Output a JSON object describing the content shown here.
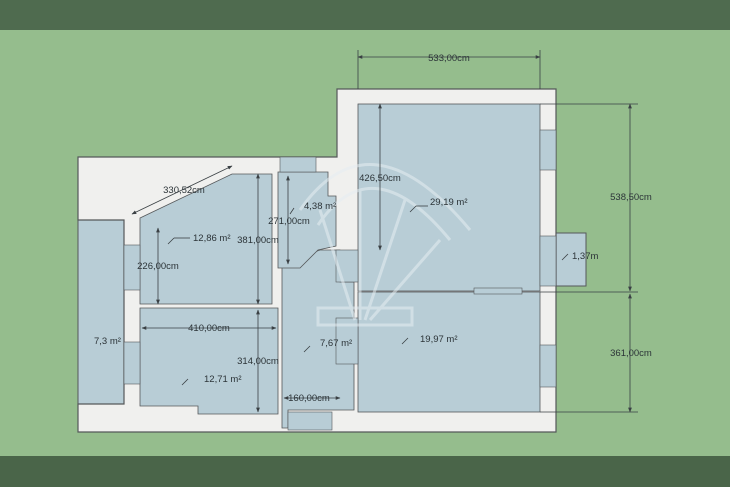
{
  "colors": {
    "background": "#95bd8d",
    "top_band": "#4f6b4f",
    "bottom_band": "#4a6549",
    "wall": "#f0f0ee",
    "wall_edge": "#55585a",
    "room": "#b8cdd6",
    "balcony": "#b8cdd6",
    "dimension_line": "#3a4044",
    "watermark": "#e6eef2"
  },
  "dimensions": {
    "top_width": "533,00cm",
    "right_upper_height": "538,50cm",
    "right_lower_height": "361,00cm",
    "kitchen_depth": "426,50cm",
    "diagonal_wall": "330,52cm",
    "hall_height": "381,00cm",
    "bath_height": "271,00cm",
    "room_left_height": "226,00cm",
    "left_width": "410,00cm",
    "bottom_left_height": "314,00cm",
    "corridor_width": "160,00cm"
  },
  "areas": {
    "room_main": "29,19 m²",
    "room_upper_left": "12,86 m²",
    "bath": "4,38 m²",
    "corridor": "7,67 m²",
    "room_right_lower": "19,97 m²",
    "room_lower_left": "12,71 m²",
    "balcony_left": "7,3 m²",
    "balcony_right": "1,37m"
  }
}
